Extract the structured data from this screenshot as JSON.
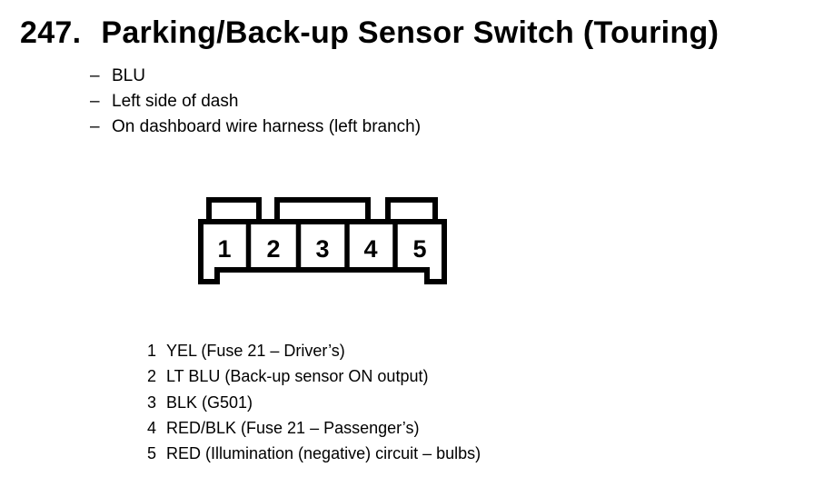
{
  "header": {
    "number": "247.",
    "title": "Parking/Back-up Sensor Switch (Touring)"
  },
  "notes_dash": "–",
  "notes": [
    "BLU",
    "Left side of dash",
    "On dashboard wire harness (left branch)"
  ],
  "connector": {
    "pins": [
      "1",
      "2",
      "3",
      "4",
      "5"
    ]
  },
  "pin_list": [
    {
      "pin": "1",
      "desc": "YEL (Fuse 21 – Driver’s)"
    },
    {
      "pin": "2",
      "desc": "LT BLU (Back-up sensor ON output)"
    },
    {
      "pin": "3",
      "desc": "BLK (G501)"
    },
    {
      "pin": "4",
      "desc": "RED/BLK (Fuse 21 – Passenger’s)"
    },
    {
      "pin": "5",
      "desc": "RED (Illumination (negative) circuit – bulbs)"
    }
  ],
  "colors": {
    "ink": "#000000",
    "background": "#ffffff"
  }
}
